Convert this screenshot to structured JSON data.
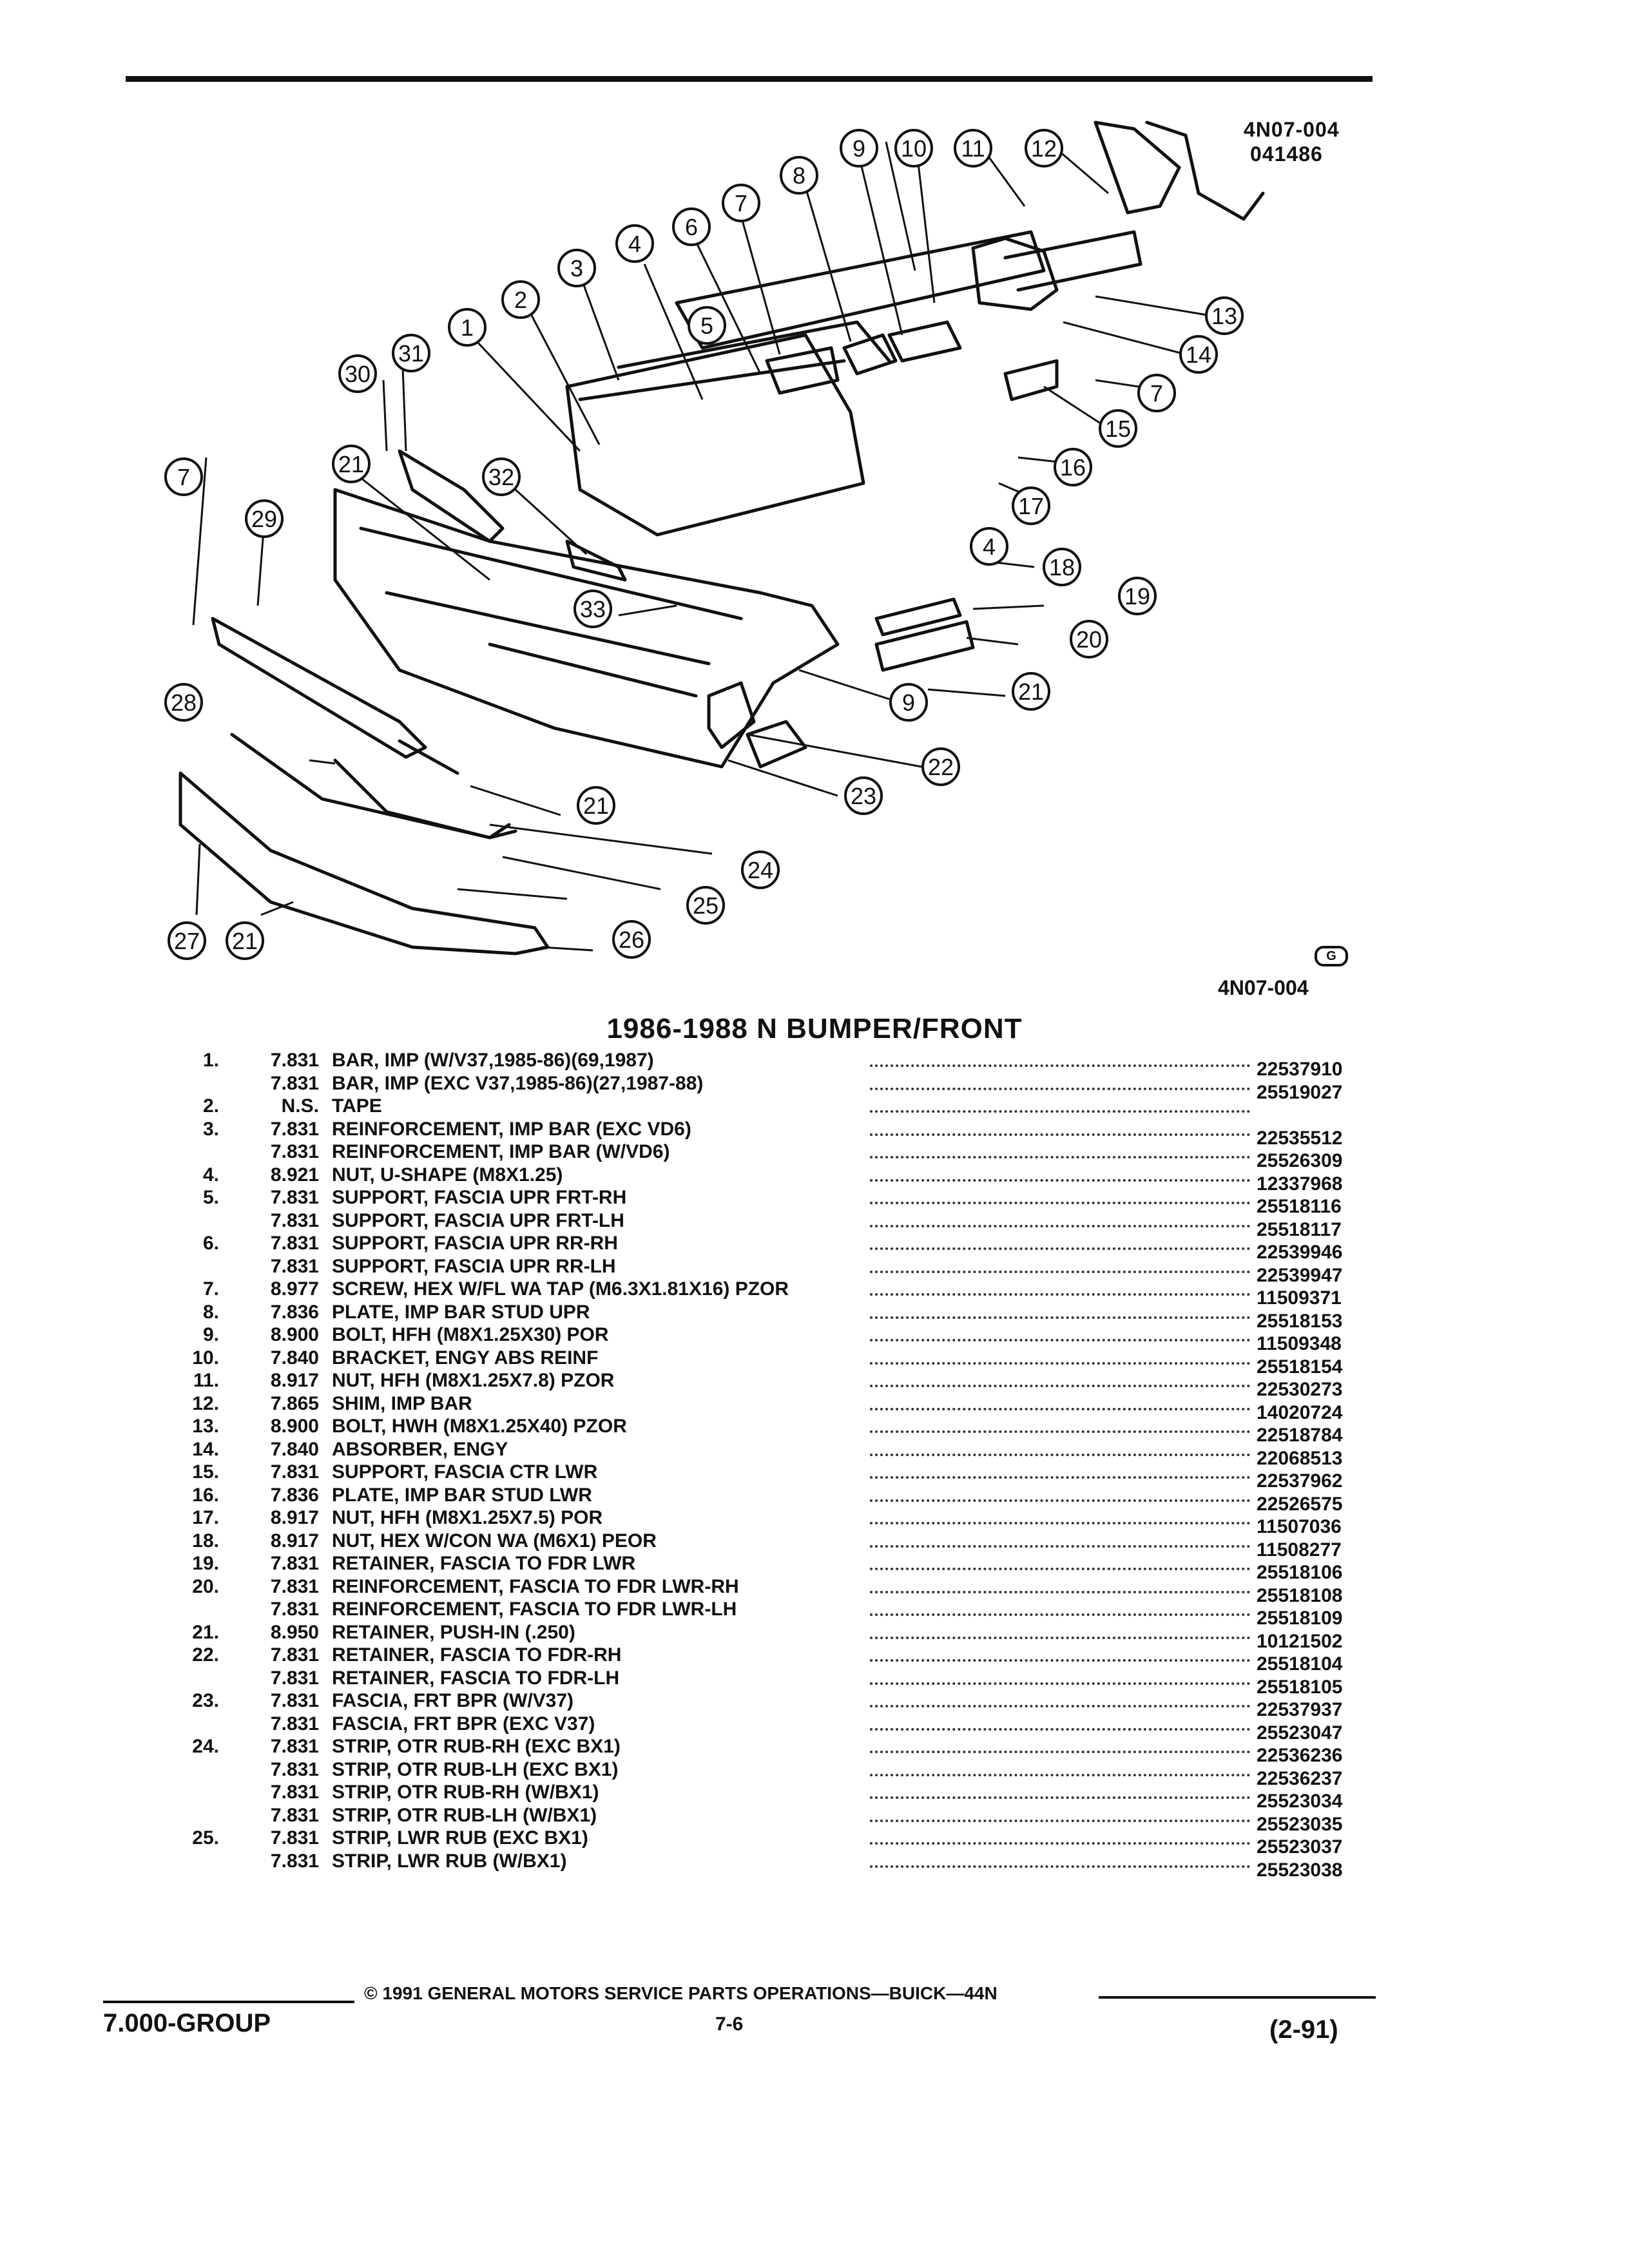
{
  "header": {
    "diagram_code": "4N07-004",
    "diagram_date": "041486",
    "figure_code": "4N07-004",
    "logo_letter": "G"
  },
  "diagram": {
    "callouts": [
      "1",
      "2",
      "3",
      "4",
      "5",
      "6",
      "7",
      "8",
      "9",
      "10",
      "11",
      "12",
      "13",
      "14",
      "15",
      "16",
      "17",
      "18",
      "19",
      "20",
      "21",
      "22",
      "23",
      "24",
      "25",
      "26",
      "27",
      "28",
      "29",
      "30",
      "31",
      "32",
      "33"
    ]
  },
  "title": "1986-1988 N BUMPER/FRONT",
  "parts": [
    {
      "num": "1.",
      "code": "7.831",
      "name": "BAR",
      "desc": ", IMP (W/V37,1985-86)(69,1987)",
      "pn": "22537910"
    },
    {
      "num": "",
      "code": "7.831",
      "name": "BAR",
      "desc": ", IMP (EXC V37,1985-86)(27,1987-88)",
      "pn": "25519027"
    },
    {
      "num": "2.",
      "code": "N.S.",
      "name": "TAPE",
      "desc": "",
      "pn": ""
    },
    {
      "num": "3.",
      "code": "7.831",
      "name": "REINFORCEMENT",
      "desc": ", IMP BAR (EXC VD6)",
      "pn": "22535512"
    },
    {
      "num": "",
      "code": "7.831",
      "name": "REINFORCEMENT",
      "desc": ", IMP BAR (W/VD6)",
      "pn": "25526309"
    },
    {
      "num": "4.",
      "code": "8.921",
      "name": "NUT",
      "desc": ", U-SHAPE (M8X1.25)",
      "pn": "12337968"
    },
    {
      "num": "5.",
      "code": "7.831",
      "name": "SUPPORT",
      "desc": ", FASCIA UPR FRT-RH",
      "pn": "25518116"
    },
    {
      "num": "",
      "code": "7.831",
      "name": "SUPPORT",
      "desc": ", FASCIA UPR FRT-LH",
      "pn": "25518117"
    },
    {
      "num": "6.",
      "code": "7.831",
      "name": "SUPPORT",
      "desc": ", FASCIA UPR RR-RH",
      "pn": "22539946"
    },
    {
      "num": "",
      "code": "7.831",
      "name": "SUPPORT",
      "desc": ", FASCIA UPR RR-LH",
      "pn": "22539947"
    },
    {
      "num": "7.",
      "code": "8.977",
      "name": "SCREW",
      "desc": ", HEX W/FL WA TAP (M6.3X1.81X16) PZOR",
      "pn": "11509371"
    },
    {
      "num": "8.",
      "code": "7.836",
      "name": "PLATE",
      "desc": ", IMP BAR STUD UPR",
      "pn": "25518153"
    },
    {
      "num": "9.",
      "code": "8.900",
      "name": "BOLT",
      "desc": ", HFH (M8X1.25X30) POR",
      "pn": "11509348"
    },
    {
      "num": "10.",
      "code": "7.840",
      "name": "BRACKET",
      "desc": ", ENGY ABS REINF",
      "pn": "25518154"
    },
    {
      "num": "11.",
      "code": "8.917",
      "name": "NUT",
      "desc": ", HFH (M8X1.25X7.8) PZOR",
      "pn": "22530273"
    },
    {
      "num": "12.",
      "code": "7.865",
      "name": "SHIM",
      "desc": ", IMP BAR",
      "pn": "14020724"
    },
    {
      "num": "13.",
      "code": "8.900",
      "name": "BOLT",
      "desc": ", HWH (M8X1.25X40) PZOR",
      "pn": "22518784"
    },
    {
      "num": "14.",
      "code": "7.840",
      "name": "ABSORBER",
      "desc": ", ENGY",
      "pn": "22068513"
    },
    {
      "num": "15.",
      "code": "7.831",
      "name": "SUPPORT",
      "desc": ", FASCIA CTR LWR",
      "pn": "22537962"
    },
    {
      "num": "16.",
      "code": "7.836",
      "name": "PLATE",
      "desc": ", IMP BAR STUD LWR",
      "pn": "22526575"
    },
    {
      "num": "17.",
      "code": "8.917",
      "name": "NUT",
      "desc": ", HFH (M8X1.25X7.5) POR",
      "pn": "11507036"
    },
    {
      "num": "18.",
      "code": "8.917",
      "name": "NUT",
      "desc": ", HEX W/CON WA (M6X1) PEOR",
      "pn": "11508277"
    },
    {
      "num": "19.",
      "code": "7.831",
      "name": "RETAINER",
      "desc": ", FASCIA TO FDR LWR",
      "pn": "25518106"
    },
    {
      "num": "20.",
      "code": "7.831",
      "name": "REINFORCEMENT",
      "desc": ", FASCIA TO FDR LWR-RH",
      "pn": "25518108"
    },
    {
      "num": "",
      "code": "7.831",
      "name": "REINFORCEMENT",
      "desc": ", FASCIA TO FDR LWR-LH",
      "pn": "25518109"
    },
    {
      "num": "21.",
      "code": "8.950",
      "name": "RETAINER",
      "desc": ", PUSH-IN (.250)",
      "pn": "10121502"
    },
    {
      "num": "22.",
      "code": "7.831",
      "name": "RETAINER",
      "desc": ", FASCIA TO FDR-RH",
      "pn": "25518104"
    },
    {
      "num": "",
      "code": "7.831",
      "name": "RETAINER",
      "desc": ", FASCIA TO FDR-LH",
      "pn": "25518105"
    },
    {
      "num": "23.",
      "code": "7.831",
      "name": "FASCIA",
      "desc": ", FRT BPR (W/V37)",
      "pn": "22537937"
    },
    {
      "num": "",
      "code": "7.831",
      "name": "FASCIA",
      "desc": ", FRT BPR (EXC V37)",
      "pn": "25523047"
    },
    {
      "num": "24.",
      "code": "7.831",
      "name": "STRIP",
      "desc": ", OTR RUB-RH (EXC BX1)",
      "pn": "22536236"
    },
    {
      "num": "",
      "code": "7.831",
      "name": "STRIP",
      "desc": ", OTR RUB-LH (EXC BX1)",
      "pn": "22536237"
    },
    {
      "num": "",
      "code": "7.831",
      "name": "STRIP",
      "desc": ", OTR RUB-RH (W/BX1)",
      "pn": "25523034"
    },
    {
      "num": "",
      "code": "7.831",
      "name": "STRIP",
      "desc": ", OTR RUB-LH (W/BX1)",
      "pn": "25523035"
    },
    {
      "num": "25.",
      "code": "7.831",
      "name": "STRIP",
      "desc": ", LWR RUB (EXC BX1)",
      "pn": "25523037"
    },
    {
      "num": "",
      "code": "7.831",
      "name": "STRIP",
      "desc": ", LWR RUB (W/BX1)",
      "pn": "25523038"
    }
  ],
  "footer": {
    "copyright": "© 1991 GENERAL MOTORS SERVICE PARTS OPERATIONS—BUICK—44N",
    "page": "7-6",
    "group": "7.000-GROUP",
    "date": "(2-91)"
  }
}
